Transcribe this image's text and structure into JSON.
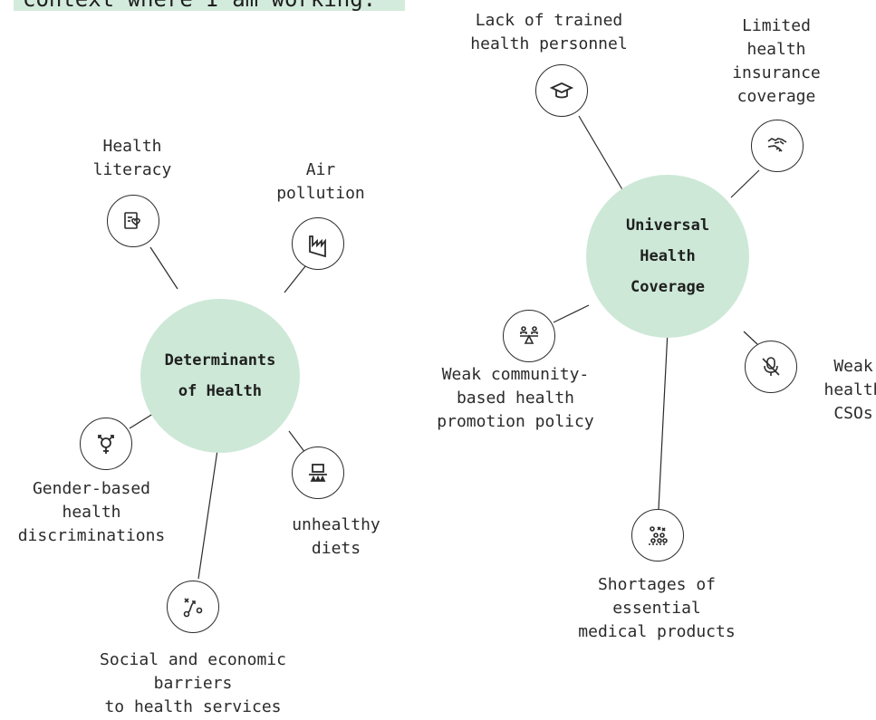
{
  "header": {
    "text": "context where I am working:"
  },
  "diagrams": [
    {
      "center": "Determinants\nof Health",
      "items": [
        {
          "label": "Health\nliteracy",
          "icon": "book-heart-icon"
        },
        {
          "label": "Air\npollution",
          "icon": "factory-icon"
        },
        {
          "label": "Gender-based\nhealth\ndiscriminations",
          "icon": "gender-icon"
        },
        {
          "label": "unhealthy\ndiets",
          "icon": "food-tray-icon"
        },
        {
          "label": "Social and economic\nbarriers\nto health services",
          "icon": "route-barrier-icon"
        }
      ]
    },
    {
      "center": "Universal\nHealth\nCoverage",
      "items": [
        {
          "label": "Lack of trained\nhealth personnel",
          "icon": "graduation-cap-icon"
        },
        {
          "label": "Limited\nhealth\ninsurance\ncoverage",
          "icon": "handshake-icon"
        },
        {
          "label": "Weak community-\nbased health\npromotion policy",
          "icon": "community-balance-icon"
        },
        {
          "label": "Weak\nhealth\nCSOs",
          "icon": "muted-mic-icon"
        },
        {
          "label": "Shortages of\nessential\nmedical products",
          "icon": "medical-supplies-icon"
        }
      ]
    }
  ]
}
